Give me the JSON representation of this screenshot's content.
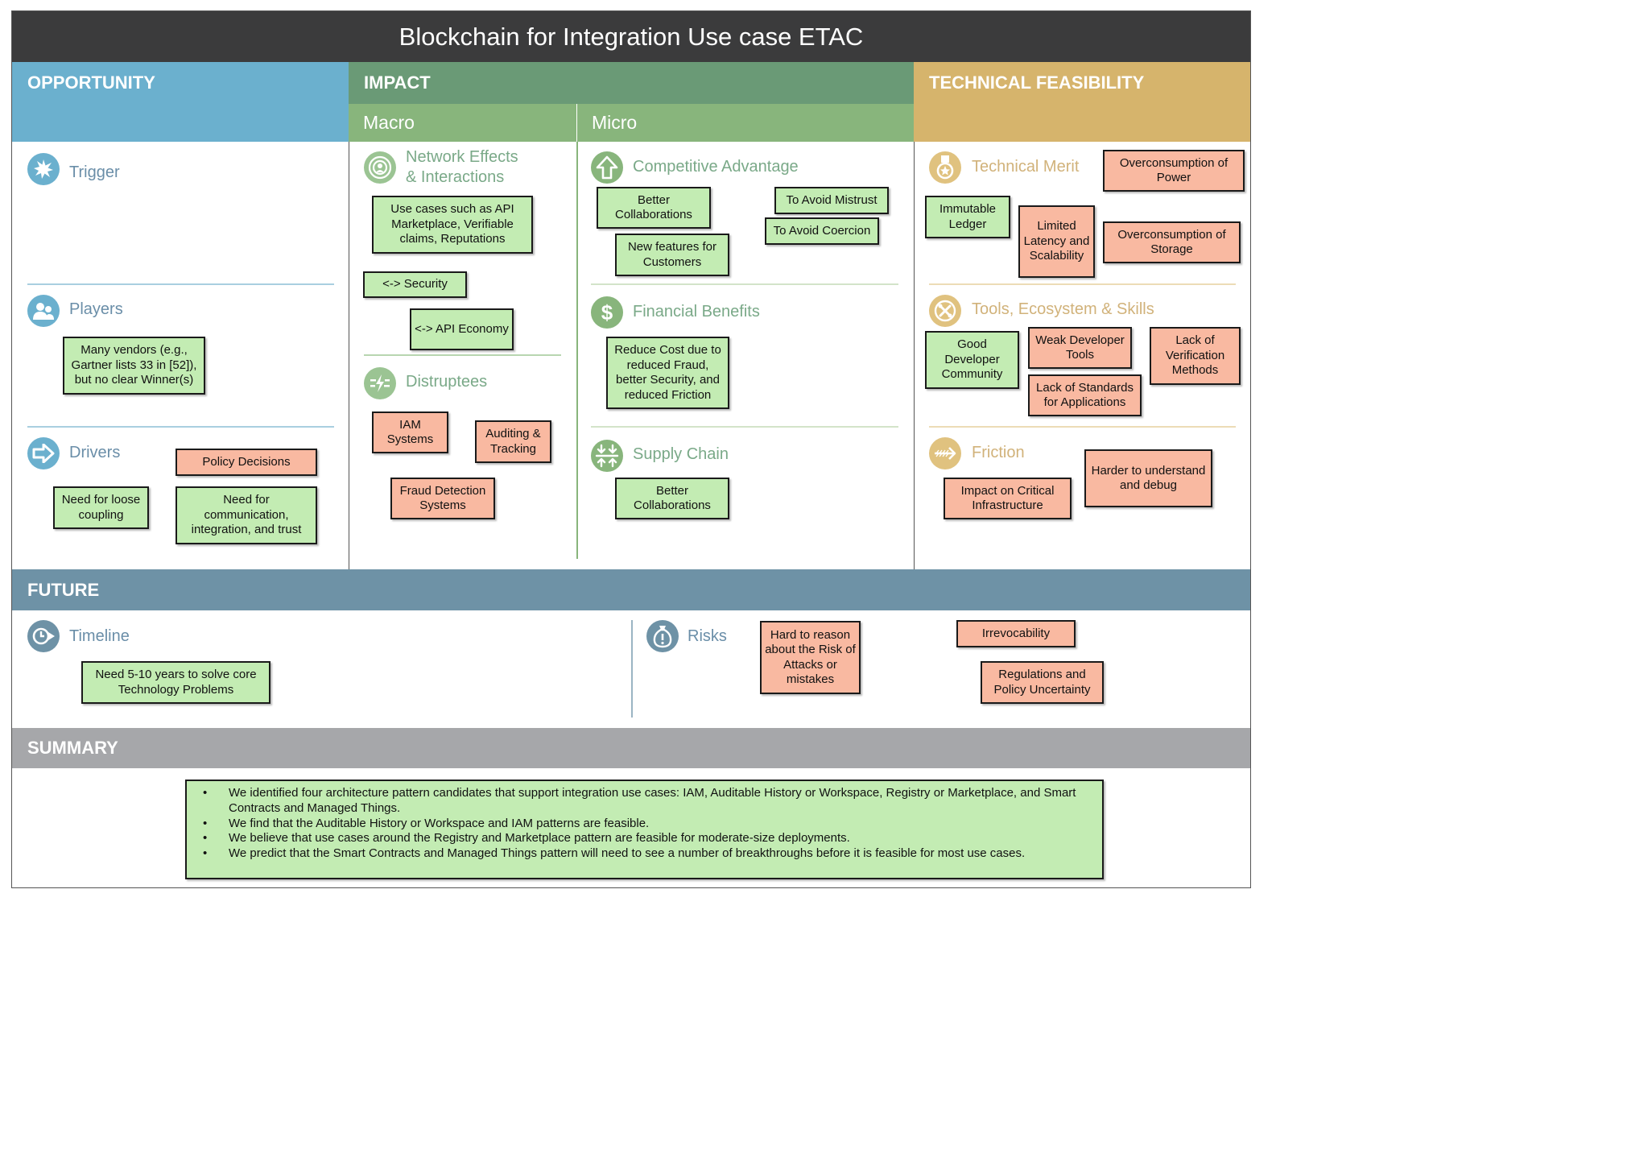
{
  "title": "Blockchain for Integration Use case ETAC",
  "colors": {
    "title_bar": "#3b3b3c",
    "opportunity": "#6bb0ce",
    "impact": "#6a9a76",
    "impact_sub": "#88b57c",
    "feasibility": "#d6b46c",
    "future": "#6e92a6",
    "summary": "#a6a7aa",
    "sticky_positive": "#c3ecb3",
    "sticky_negative": "#f9b9a1"
  },
  "opportunity": {
    "header": "OPPORTUNITY",
    "trigger": {
      "title": "Trigger",
      "icon": "star-burst-icon"
    },
    "players": {
      "title": "Players",
      "icon": "people-icon",
      "notes": [
        "Many vendors (e.g., Gartner lists 33 in [52]), but no clear Winner(s)"
      ]
    },
    "drivers": {
      "title": "Drivers",
      "icon": "arrow-right-icon",
      "notes_positive": [
        "Need for loose coupling",
        "Need for communication, integration, and trust"
      ],
      "notes_negative": [
        "Policy Decisions"
      ]
    }
  },
  "impact": {
    "header": "IMPACT",
    "macro": {
      "label": "Macro",
      "network": {
        "title_line1": "Network Effects",
        "title_line2": "& Interactions",
        "icon": "network-icon",
        "notes": [
          "Use cases such as API Marketplace, Verifiable claims, Reputations",
          "<-> Security",
          "<-> API Economy"
        ]
      },
      "disruptees": {
        "title": "Distruptees",
        "icon": "lightning-icon",
        "notes": [
          "IAM Systems",
          "Auditing & Tracking",
          "Fraud Detection Systems"
        ]
      }
    },
    "micro": {
      "label": "Micro",
      "competitive": {
        "title": "Competitive Advantage",
        "icon": "arrow-up-icon",
        "notes": [
          "Better Collaborations",
          "To Avoid Mistrust",
          "To Avoid Coercion",
          "New features for Customers"
        ]
      },
      "financial": {
        "title": "Financial Benefits",
        "icon": "dollar-icon",
        "notes": [
          "Reduce Cost due to reduced Fraud, better Security, and reduced Friction"
        ]
      },
      "supply": {
        "title": "Supply Chain",
        "icon": "supply-chain-icon",
        "notes": [
          "Better Collaborations"
        ]
      }
    }
  },
  "feasibility": {
    "header": "TECHNICAL FEASIBILITY",
    "merit": {
      "title": "Technical Merit",
      "icon": "medal-icon",
      "notes_positive": [
        "Immutable Ledger"
      ],
      "notes_negative": [
        "Overconsumption of Power",
        "Limited Latency and Scalability",
        "Overconsumption of Storage"
      ]
    },
    "tools": {
      "title": "Tools, Ecosystem & Skills",
      "icon": "tools-icon",
      "notes_positive": [
        "Good Developer Community"
      ],
      "notes_negative": [
        "Weak Developer Tools",
        "Lack of Standards for Applications",
        "Lack of Verification Methods"
      ]
    },
    "friction": {
      "title": "Friction",
      "icon": "friction-icon",
      "notes": [
        "Impact on Critical Infrastructure",
        "Harder to understand and debug"
      ]
    }
  },
  "future": {
    "header": "FUTURE",
    "timeline": {
      "title": "Timeline",
      "icon": "clock-arrow-icon",
      "notes": [
        "Need 5-10 years to solve core Technology Problems"
      ]
    },
    "risks": {
      "title": "Risks",
      "icon": "warning-bag-icon",
      "notes": [
        "Hard to reason about the Risk of Attacks or mistakes",
        "Irrevocability",
        "Regulations and Policy Uncertainty"
      ]
    }
  },
  "summary": {
    "header": "SUMMARY",
    "bullets": [
      "We identified four architecture pattern candidates that support integration use cases: IAM, Auditable History or Workspace,  Registry or Marketplace, and Smart Contracts and Managed Things.",
      "We find that the Auditable History or Workspace and IAM patterns are feasible.",
      "We believe that use cases around the Registry and Marketplace pattern are feasible for moderate-size deployments.",
      "We predict that the Smart Contracts and Managed Things pattern will need to see a number of breakthroughs before it is feasible for most use cases."
    ]
  }
}
